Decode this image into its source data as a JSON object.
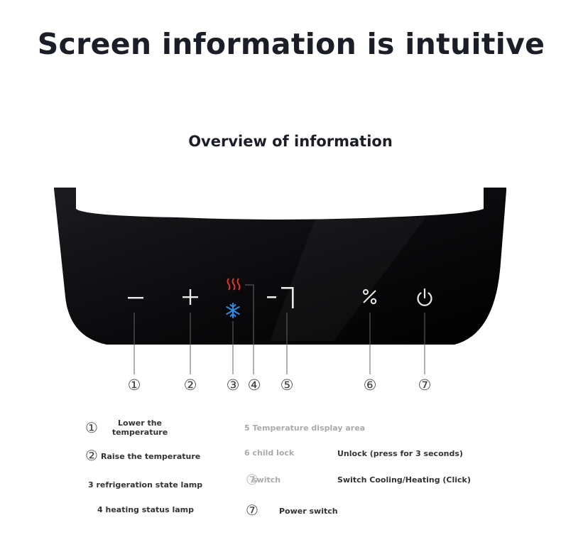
{
  "heading": "Screen information is intuitive",
  "subheading": "Overview of information",
  "display": {
    "reading": "-7",
    "icons": [
      "minus-icon",
      "plus-icon",
      "heat-waves-icon",
      "snowflake-icon",
      "lock-percent-icon",
      "power-icon"
    ]
  },
  "markers": [
    "①",
    "②",
    "③",
    "④",
    "⑤",
    "⑥",
    "⑦"
  ],
  "legend": {
    "l1_num": "①",
    "l1_text": "Lower the temperature",
    "l2_num": "②",
    "l2_text": "Raise the temperature",
    "l3_text": "3 refrigeration state lamp",
    "l4_text": "4 heating status lamp",
    "r5_text": "5 Temperature display area",
    "r6_label": "6 child lock",
    "r6_desc": "Unlock (press for 3 seconds)",
    "r7a_num": "⑦",
    "r7a_label": "switch",
    "r7a_desc": "Switch Cooling/Heating (Click)",
    "r7b_num": "⑦",
    "r7b_label": "Power switch"
  },
  "colors": {
    "panel": "#0b0b0d",
    "heat": "#e3342f",
    "cool": "#2a8fe8",
    "icon": "#e9e9e9"
  }
}
